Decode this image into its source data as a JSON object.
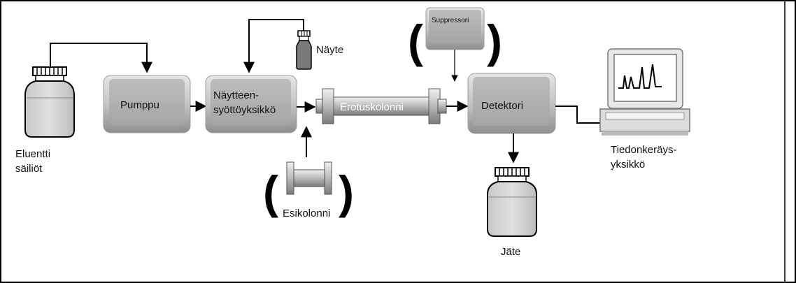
{
  "diagram": {
    "components": {
      "eluent": {
        "label_line1": "Eluentti",
        "label_line2": "säiliöt",
        "icon": "bottle-icon"
      },
      "pump": {
        "label": "Pumppu"
      },
      "injector": {
        "label_line1": "Näytteen-",
        "label_line2": "syöttöyksikkö"
      },
      "sample": {
        "label": "Näyte",
        "icon": "vial-icon"
      },
      "column": {
        "label": "Erotuskolonni"
      },
      "guard_column": {
        "label": "Esikolonni"
      },
      "suppressor": {
        "label": "Suppressori"
      },
      "detector": {
        "label": "Detektori"
      },
      "waste": {
        "label": "Jäte",
        "icon": "bottle-icon"
      },
      "data_system": {
        "label_line1": "Tiedonkeräys-",
        "label_line2": "yksikkö",
        "icon": "computer-icon"
      }
    },
    "optional_marker": "()",
    "colors": {
      "box_top": "#d9d9d9",
      "box_bottom": "#9a9a9a",
      "line": "#000000",
      "border": "#000000"
    }
  }
}
